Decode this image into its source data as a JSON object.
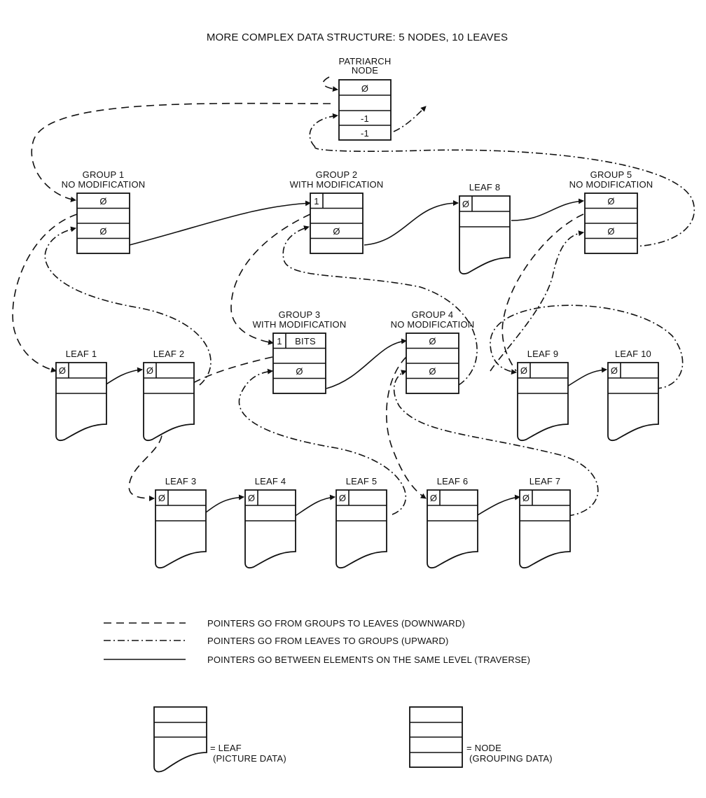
{
  "title": "MORE COMPLEX DATA STRUCTURE: 5 NODES, 10 LEAVES",
  "nodes": {
    "patriarch": {
      "label1": "PATRIARCH",
      "label2": "NODE",
      "cells": [
        "Ø",
        "",
        "-1",
        "-1"
      ]
    },
    "group1": {
      "label1": "GROUP 1",
      "label2": "NO MODIFICATION",
      "cells": [
        "Ø",
        "",
        "Ø",
        ""
      ]
    },
    "group2": {
      "label1": "GROUP 2",
      "label2": "WITH MODIFICATION",
      "flag": "1",
      "flag_text": "",
      "cells": [
        "",
        "",
        "Ø",
        ""
      ]
    },
    "group3": {
      "label1": "GROUP 3",
      "label2": "WITH MODIFICATION",
      "flag": "1",
      "flag_text": "BITS",
      "cells": [
        "",
        "",
        "Ø",
        ""
      ]
    },
    "group4": {
      "label1": "GROUP 4",
      "label2": "NO MODIFICATION",
      "cells": [
        "Ø",
        "",
        "Ø",
        ""
      ]
    },
    "group5": {
      "label1": "GROUP 5",
      "label2": "NO MODIFICATION",
      "cells": [
        "Ø",
        "",
        "Ø",
        ""
      ]
    }
  },
  "leaves": [
    {
      "label": "LEAF 1",
      "flag": "Ø"
    },
    {
      "label": "LEAF 2",
      "flag": "Ø"
    },
    {
      "label": "LEAF 3",
      "flag": "Ø"
    },
    {
      "label": "LEAF 4",
      "flag": "Ø"
    },
    {
      "label": "LEAF 5",
      "flag": "Ø"
    },
    {
      "label": "LEAF 6",
      "flag": "Ø"
    },
    {
      "label": "LEAF 7",
      "flag": "Ø"
    },
    {
      "label": "LEAF 8",
      "flag": "Ø"
    },
    {
      "label": "LEAF 9",
      "flag": "Ø"
    },
    {
      "label": "LEAF 10",
      "flag": "Ø"
    }
  ],
  "legend": {
    "downward": "POINTERS GO FROM GROUPS TO LEAVES (DOWNWARD)",
    "upward": "POINTERS GO FROM LEAVES TO GROUPS (UPWARD)",
    "traverse": "POINTERS GO BETWEEN ELEMENTS ON THE SAME LEVEL (TRAVERSE)"
  },
  "key": {
    "leaf_label": "= LEAF",
    "leaf_desc": "(PICTURE DATA)",
    "node_label": "= NODE",
    "node_desc": "(GROUPING DATA)"
  }
}
